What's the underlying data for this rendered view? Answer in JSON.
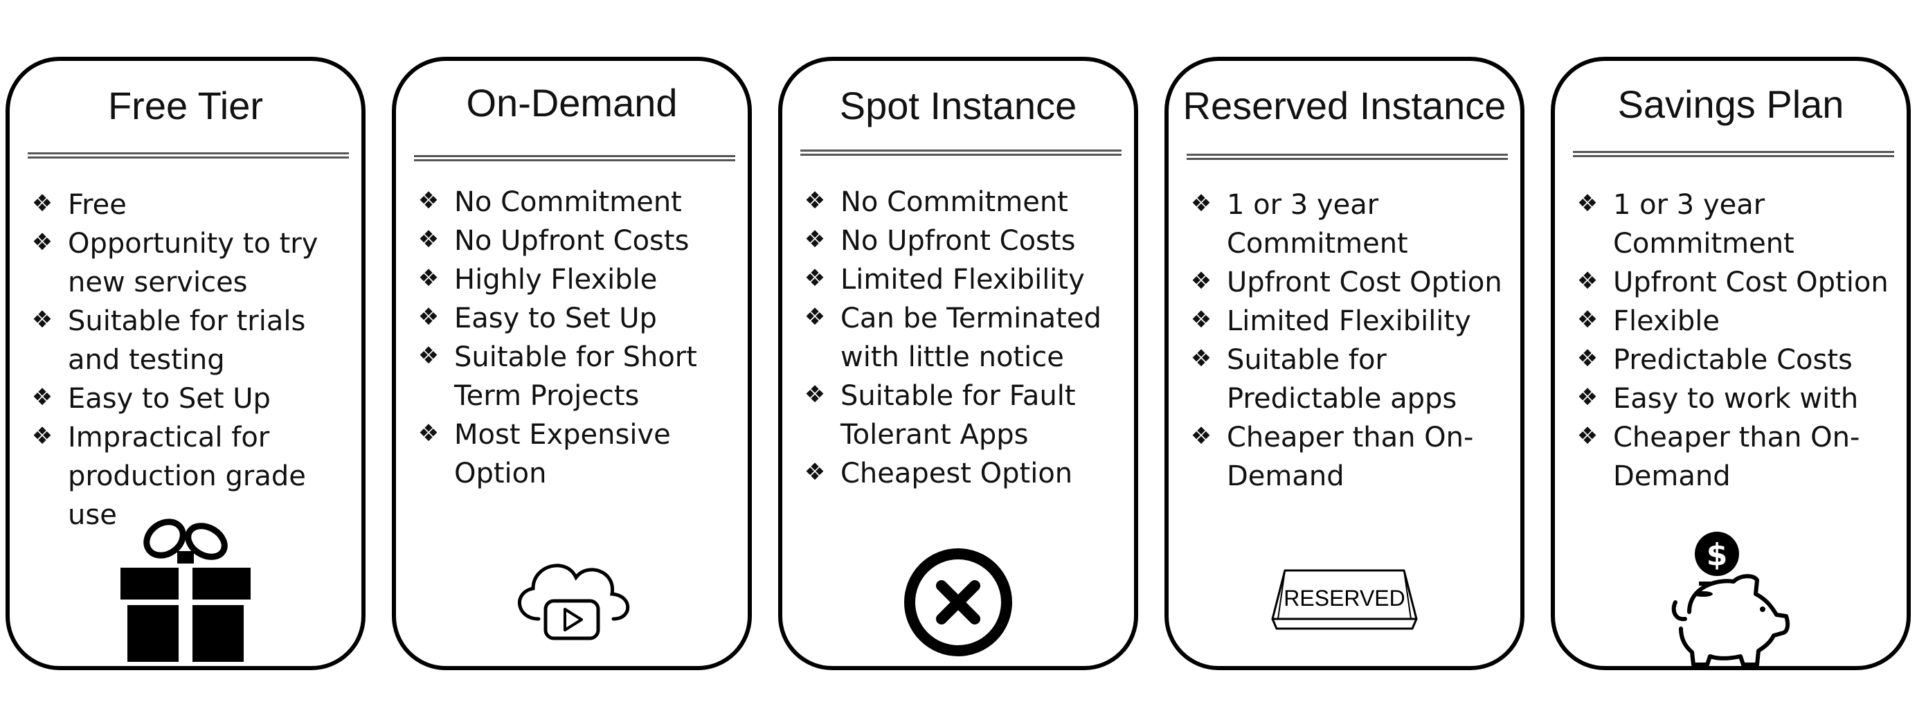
{
  "bullet_glyph": "❖",
  "cards": [
    {
      "title": "Free Tier",
      "icon": "gift-icon",
      "features": [
        "Free",
        "Opportunity to try new services",
        "Suitable for trials and testing",
        "Easy to Set Up",
        "Impractical for production grade use"
      ]
    },
    {
      "title": "On-Demand",
      "icon": "cloud-play-icon",
      "features": [
        "No Commitment",
        "No Upfront Costs",
        "Highly Flexible",
        "Easy to Set Up",
        "Suitable for Short Term Projects",
        "Most Expensive Option"
      ]
    },
    {
      "title": "Spot Instance",
      "icon": "cancel-x-icon",
      "features": [
        "No Commitment",
        "No Upfront Costs",
        "Limited Flexibility",
        "Can be Terminated with little notice",
        "Suitable for Fault Tolerant Apps",
        "Cheapest Option"
      ]
    },
    {
      "title": "Reserved Instance",
      "icon": "reserved-sign-icon",
      "icon_text": "RESERVED",
      "features": [
        "1 or 3 year Commitment",
        "Upfront Cost Option",
        "Limited Flexibility",
        "Suitable for Predictable apps",
        "Cheaper than On-Demand"
      ]
    },
    {
      "title": "Savings Plan",
      "icon": "piggy-bank-icon",
      "icon_text": "$",
      "features": [
        "1 or 3 year Commitment",
        "Upfront Cost Option",
        "Flexible",
        "Predictable Costs",
        "Easy to work with",
        "Cheaper than On-Demand"
      ]
    }
  ]
}
